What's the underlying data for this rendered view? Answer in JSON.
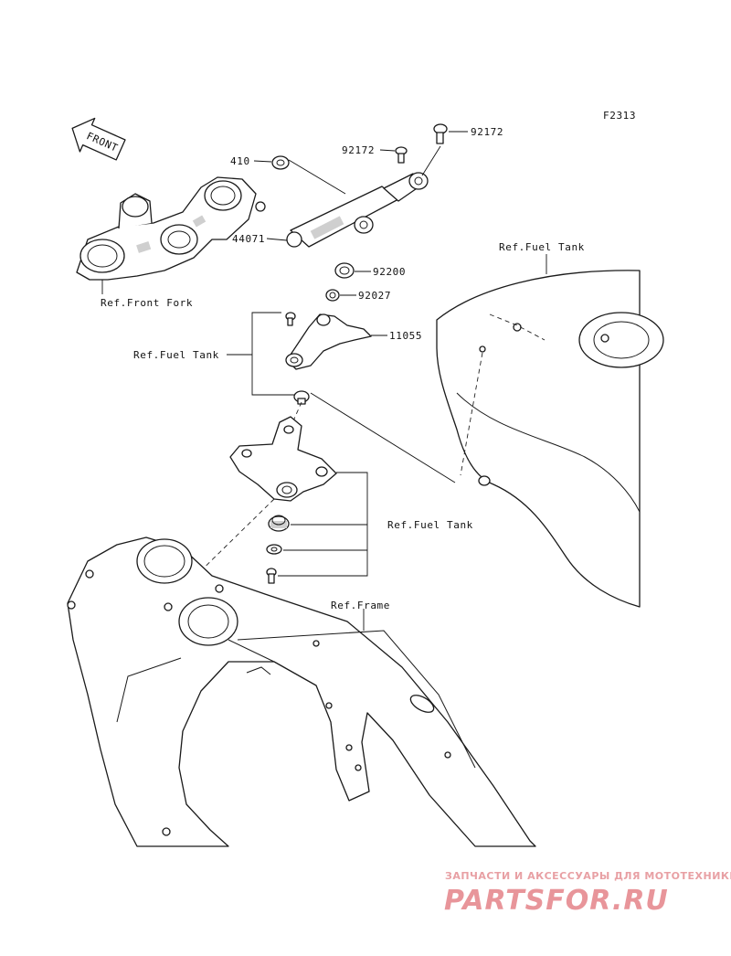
{
  "diagram": {
    "figure_code": "F2313",
    "front_arrow_label": "FRONT",
    "labels": {
      "front_fork": "Ref.Front Fork",
      "part_410": "410",
      "part_44071": "44071",
      "part_92172_a": "92172",
      "part_92172_b": "92172",
      "part_92200": "92200",
      "part_92027": "92027",
      "part_11055": "11055",
      "fuel_tank_1": "Ref.Fuel Tank",
      "fuel_tank_2": "Ref.Fuel Tank",
      "fuel_tank_3": "Ref.Fuel Tank",
      "frame": "Ref.Frame"
    }
  },
  "watermark": {
    "tagline": "ЗАПЧАСТИ И АКСЕССУАРЫ ДЛЯ МОТОТЕХНИКИ",
    "brand": "PARTSFOR.RU"
  },
  "colors": {
    "ink": "#1a1a1a",
    "watermark": "#e8959a",
    "background": "#ffffff"
  }
}
